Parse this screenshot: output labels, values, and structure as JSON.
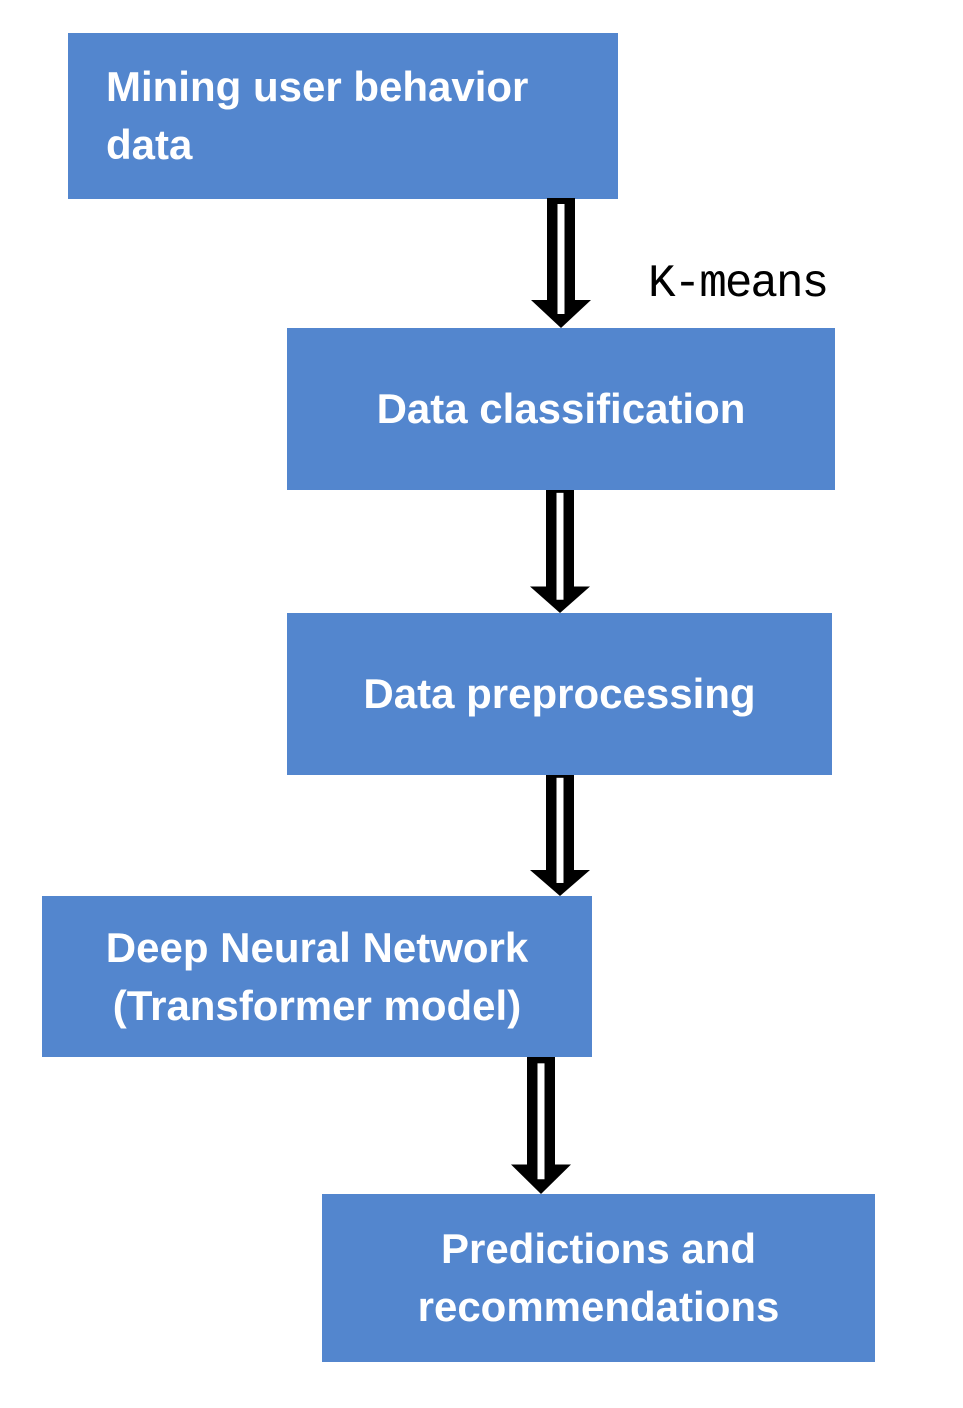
{
  "diagram": {
    "type": "flowchart",
    "background_color": "#ffffff",
    "node_color": "#5386ce",
    "node_text_color": "#ffffff",
    "arrow_color": "#000000",
    "arrow_stripe_color": "#ffffff",
    "edge_label_color": "#000000",
    "nodes": [
      {
        "id": "mining-user-behavior-data",
        "label": "Mining user behavior data",
        "lines": [
          "Mining user behavior",
          "data"
        ]
      },
      {
        "id": "data-classification",
        "label": "Data classification",
        "lines": [
          "Data classification"
        ]
      },
      {
        "id": "data-preprocessing",
        "label": "Data preprocessing",
        "lines": [
          "Data preprocessing"
        ]
      },
      {
        "id": "deep-neural-network",
        "label": "Deep Neural Network (Transformer model)",
        "lines": [
          "Deep Neural Network",
          "(Transformer model)"
        ]
      },
      {
        "id": "predictions-and-recommendations",
        "label": "Predictions and recommendations",
        "lines": [
          "Predictions and",
          "recommendations"
        ]
      }
    ],
    "edges": [
      {
        "from": "mining-user-behavior-data",
        "to": "data-classification",
        "label": "K-means"
      },
      {
        "from": "data-classification",
        "to": "data-preprocessing",
        "label": ""
      },
      {
        "from": "data-preprocessing",
        "to": "deep-neural-network",
        "label": ""
      },
      {
        "from": "deep-neural-network",
        "to": "predictions-and-recommendations",
        "label": ""
      }
    ]
  }
}
